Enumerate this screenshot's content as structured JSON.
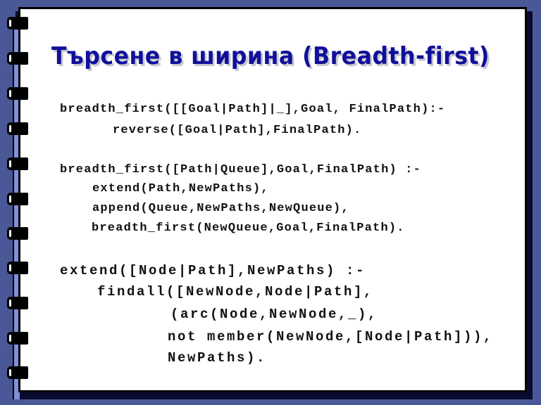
{
  "slide": {
    "title": "Търсене в ширина (Breadth-first)",
    "code_lines": [
      "breadth_first([[Goal|Path]|_],Goal, FinalPath):-",
      "reverse([Goal|Path],FinalPath).",
      "breadth_first([Path|Queue],Goal,FinalPath) :-",
      "extend(Path,NewPaths),",
      "append(Queue,NewPaths,NewQueue),",
      "breadth_first(NewQueue,Goal,FinalPath).",
      "extend([Node|Path],NewPaths) :-",
      "findall([NewNode,Node|Path],",
      "(arc(Node,NewNode,_),",
      "not member(NewNode,[Node|Path])),",
      "NewPaths)."
    ]
  },
  "colors": {
    "background": "#4a5898",
    "title": "#10109a"
  }
}
